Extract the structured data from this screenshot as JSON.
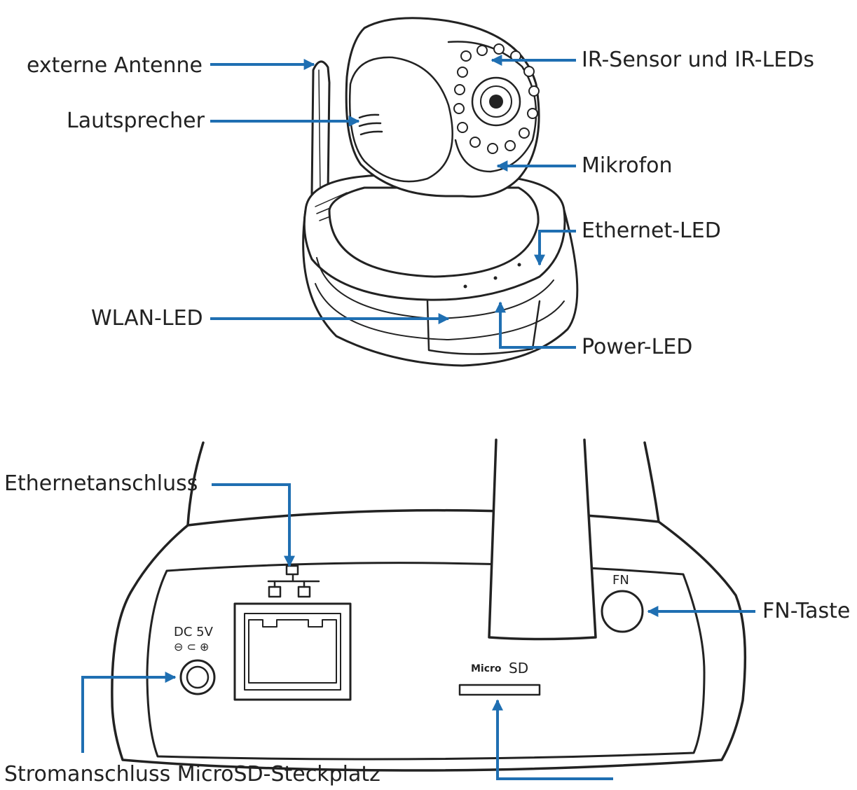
{
  "labels": {
    "external_antenna": "externe Antenne",
    "speaker": "Lautsprecher",
    "ir_sensor": "IR-Sensor und IR-LEDs",
    "microphone": "Mikrofon",
    "ethernet_led": "Ethernet-LED",
    "wlan_led": "WLAN-LED",
    "power_led": "Power-LED",
    "ethernet_port": "Ethernetanschluss",
    "fn_button": "FN-Taste",
    "power_and_sd": "Stromanschluss MicroSD-Steckplatz"
  },
  "device_markings": {
    "dc": "DC 5V",
    "polarity": "⊖ ⊂ ⊕",
    "fn": "FN",
    "micro": "Micro",
    "sd": "SD"
  },
  "colors": {
    "arrow": "#1f6fb2",
    "line": "#222222",
    "text": "#222222"
  }
}
